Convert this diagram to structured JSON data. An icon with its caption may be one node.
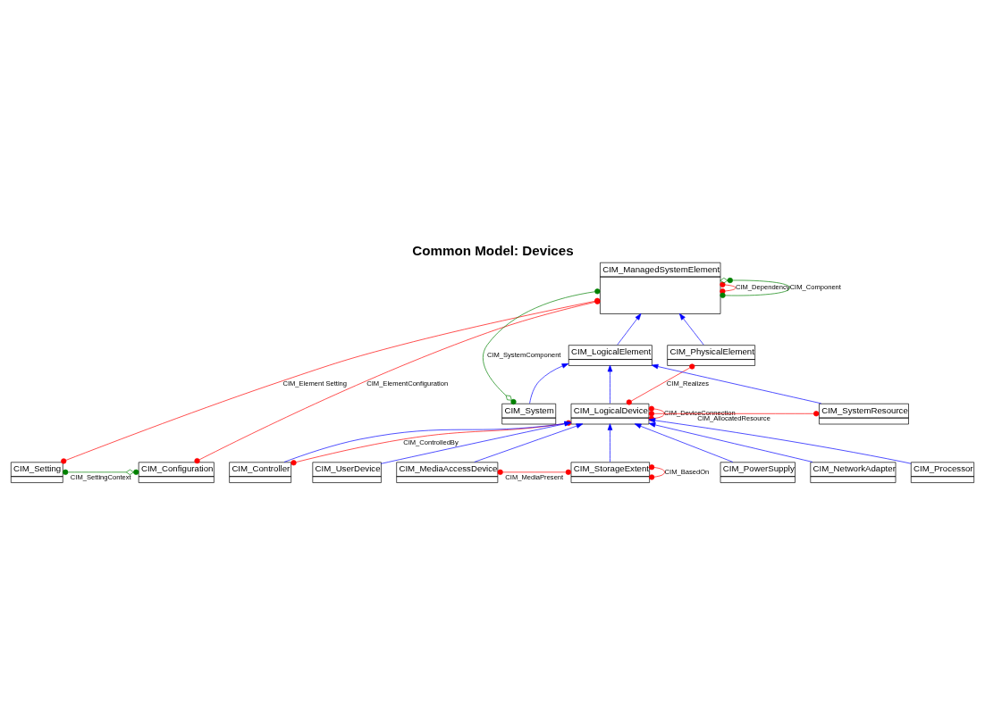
{
  "diagram": {
    "title": "Common Model: Devices",
    "nodes": [
      {
        "text": [
          "CIM_ManagedSystemElement"
        ]
      },
      {
        "text": [
          "CIM_Setting"
        ]
      },
      {
        "text": [
          "CIM_PhysicalElement"
        ]
      },
      {
        "text": [
          "CIM_LogicalElement"
        ]
      },
      {
        "text": [
          "CIM_Configuration"
        ]
      },
      {
        "text": [
          "CIM_System"
        ]
      },
      {
        "text": [
          "CIM_LogicalDevice"
        ]
      },
      {
        "text": [
          "CIM_SystemResource"
        ]
      },
      {
        "text": [
          "CIM_UserDevice"
        ]
      },
      {
        "text": [
          "CIM_Controller"
        ]
      },
      {
        "text": [
          "CIM_MediaAccessDevice"
        ]
      },
      {
        "text": [
          "CIM_StorageExtent"
        ]
      },
      {
        "text": [
          "CIM_PowerSupply"
        ]
      },
      {
        "text": [
          "CIM_NetworkAdapter"
        ]
      },
      {
        "text": [
          "CIM_Processor"
        ]
      }
    ],
    "edges": [
      {
        "from": 0,
        "to": 0,
        "arrow": "other",
        "label": "CIM_Dependency",
        "color": "#ff0000"
      },
      {
        "from": 0,
        "to": 0,
        "arrow": "other",
        "label": "CIM_Component",
        "color": "#008000"
      },
      {
        "from": 0,
        "to": 1,
        "arrow": "other",
        "label": "CIM_Element Setting",
        "color": "#ff0000"
      },
      {
        "from": 0,
        "to": 4,
        "arrow": "other",
        "label": "CIM_ElementConfiguration",
        "color": "#ff0000"
      },
      {
        "from": 1,
        "to": 4,
        "arrow": "other",
        "label": "CIM_SettingContext",
        "color": "#008000"
      },
      {
        "from": 2,
        "to": 0,
        "arrow": "to"
      },
      {
        "from": 3,
        "to": 0,
        "arrow": "to"
      },
      {
        "from": 0,
        "to": 5,
        "arrow": "other",
        "label": "CIM_SystemComponent",
        "color": "#008000"
      },
      {
        "from": 2,
        "to": 6,
        "arrow": "other",
        "label": "CIM_Realizes",
        "color": "#ff0000"
      },
      {
        "from": 5,
        "to": 3,
        "arrow": "to"
      },
      {
        "from": 6,
        "to": 3,
        "arrow": "to"
      },
      {
        "from": 7,
        "to": 3,
        "arrow": "to"
      },
      {
        "from": 6,
        "to": 6,
        "arrow": "other",
        "label": "CIM_DeviceConnection",
        "color": "#ff0000"
      },
      {
        "from": 6,
        "to": 7,
        "arrow": "other",
        "label": "CIM_AllocatedResource",
        "color": "#ff0000"
      },
      {
        "from": 6,
        "to": 9,
        "arrow": "other",
        "label": "CIM_ControlledBy",
        "color": "#ff0000"
      },
      {
        "from": 8,
        "to": 6,
        "arrow": "to"
      },
      {
        "from": 9,
        "to": 6,
        "arrow": "to"
      },
      {
        "from": 10,
        "to": 6,
        "arrow": "to"
      },
      {
        "from": 11,
        "to": 6,
        "arrow": "to"
      },
      {
        "from": 12,
        "to": 6,
        "arrow": "to"
      },
      {
        "from": 13,
        "to": 6,
        "arrow": "to"
      },
      {
        "from": 14,
        "to": 6,
        "arrow": "to"
      },
      {
        "from": 10,
        "to": 11,
        "arrow": "other",
        "label": "CIM_MediaPresent",
        "color": "#ff0000"
      },
      {
        "from": 11,
        "to": 11,
        "arrow": "other",
        "label": "CIM_BasedOn",
        "color": "#ff0000"
      }
    ]
  }
}
